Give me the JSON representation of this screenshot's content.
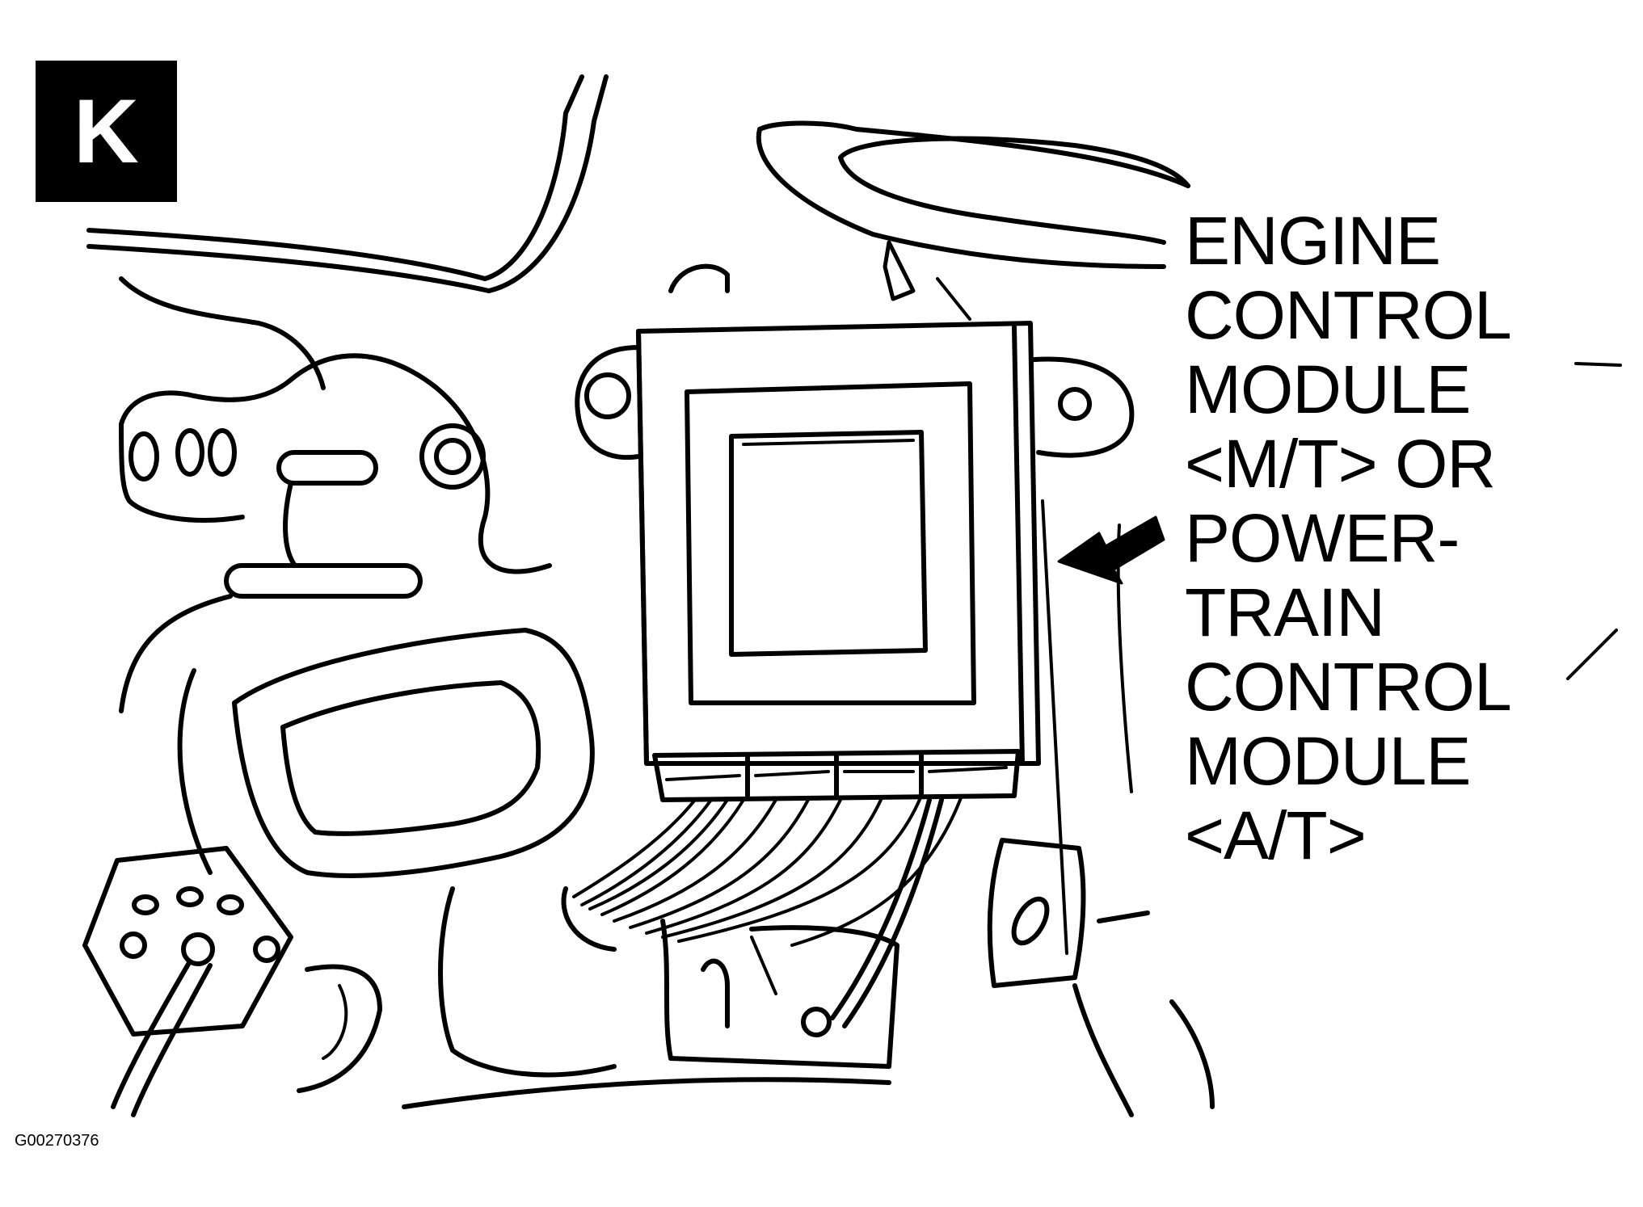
{
  "badge": {
    "letter": "K"
  },
  "callout": {
    "lines": [
      "ENGINE",
      "CONTROL",
      "MODULE",
      "<M/T> OR",
      "POWER-",
      "TRAIN",
      "CONTROL",
      "MODULE",
      "<A/T>"
    ]
  },
  "figure_id": "G00270376",
  "colors": {
    "ink": "#000000",
    "paper": "#ffffff"
  }
}
